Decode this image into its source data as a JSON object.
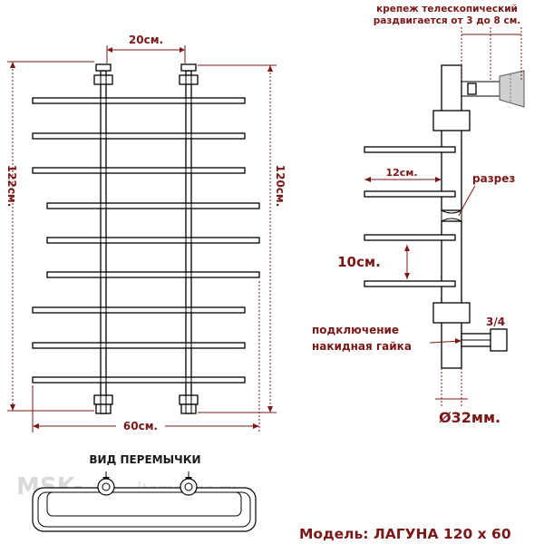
{
  "labels": {
    "top_spacing": "20см.",
    "left_height": "122см.",
    "right_height": "120см.",
    "bottom_width": "60см.",
    "mount_line1": "крепеж телескопический",
    "mount_line2": "раздвигается от 3 до 8 см.",
    "bar_length": "12см.",
    "cut": "разрез",
    "bar_gap": "10см.",
    "connect_line1": "подключение",
    "connect_line2": "накидная гайка",
    "thread": "3/4",
    "diameter": "Ø32мм.",
    "jumper_view": "ВИД ПЕРЕМЫЧКИ",
    "model": "Модель: ЛАГУНА 120 х 60"
  },
  "watermark": {
    "brand": "MSK-",
    "tail": "ltemativa.ru"
  },
  "colors": {
    "label": "#7a1717",
    "line": "#000000",
    "watermark": "#d9d9d9"
  }
}
